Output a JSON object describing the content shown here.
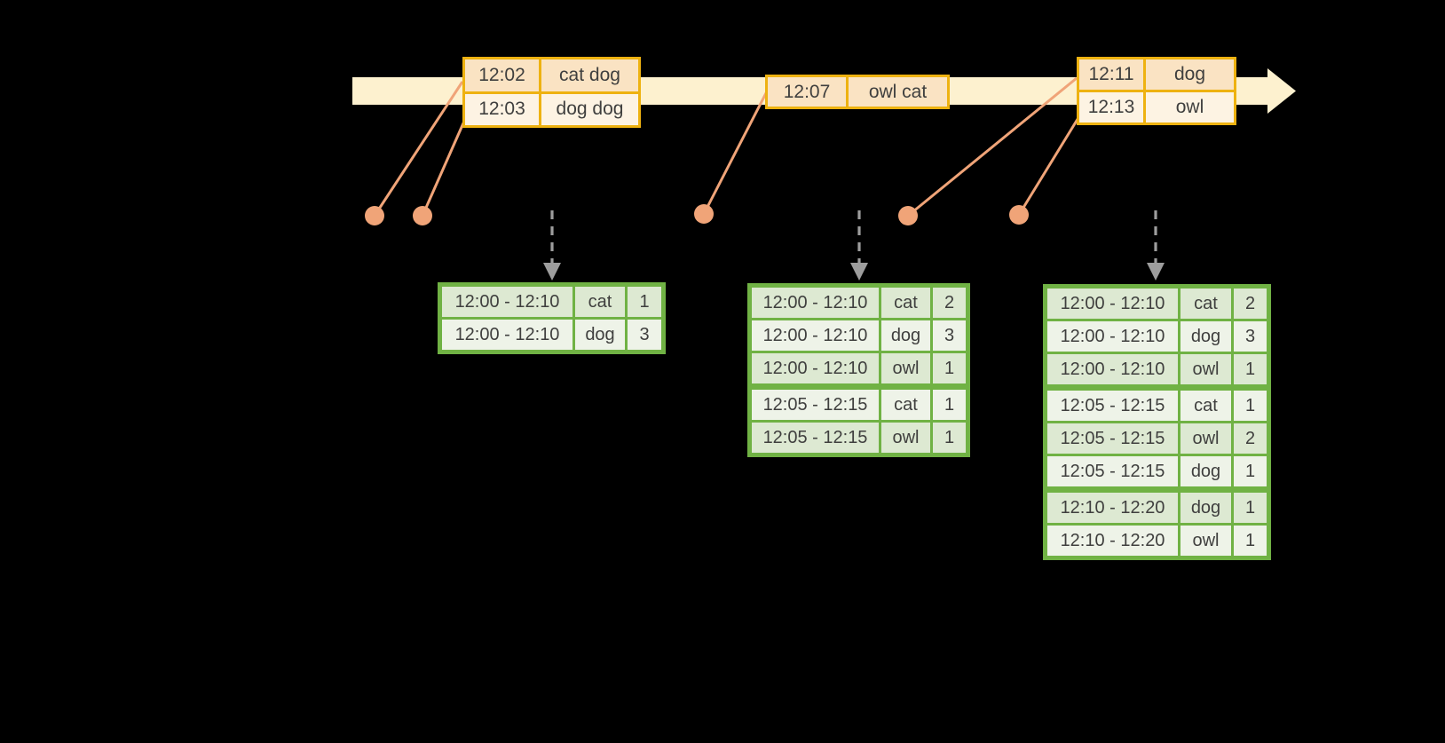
{
  "diagram": {
    "description": "Windowed word-count streaming timeline diagram",
    "colors": {
      "background": "#000000",
      "timeline_band": "#fdf1cf",
      "event_box_border": "#eeb211",
      "event_cell_dark": "#fae3c3",
      "event_cell_light": "#fdf3e3",
      "connector_salmon": "#f0a478",
      "trigger_arrow_gray": "#9d9d9d",
      "table_border_green": "#70b244",
      "table_row_dark": "#dde9d2",
      "table_row_light": "#eef3e8",
      "text": "#3f3f3e"
    },
    "event_boxes": [
      {
        "rows": [
          {
            "time": "12:02",
            "words": "cat dog"
          },
          {
            "time": "12:03",
            "words": "dog dog"
          }
        ]
      },
      {
        "rows": [
          {
            "time": "12:07",
            "words": "owl cat"
          }
        ]
      },
      {
        "rows": [
          {
            "time": "12:11",
            "words": "dog"
          },
          {
            "time": "12:13",
            "words": "owl"
          }
        ]
      }
    ],
    "result_tables": [
      {
        "rows": [
          {
            "window": "12:00 - 12:10",
            "word": "cat",
            "count": "1"
          },
          {
            "window": "12:00 - 12:10",
            "word": "dog",
            "count": "3"
          }
        ]
      },
      {
        "rows": [
          {
            "window": "12:00 - 12:10",
            "word": "cat",
            "count": "2"
          },
          {
            "window": "12:00 - 12:10",
            "word": "dog",
            "count": "3"
          },
          {
            "window": "12:00 - 12:10",
            "word": "owl",
            "count": "1"
          },
          {
            "window": "12:05 - 12:15",
            "word": "cat",
            "count": "1"
          },
          {
            "window": "12:05 - 12:15",
            "word": "owl",
            "count": "1"
          }
        ]
      },
      {
        "rows": [
          {
            "window": "12:00 - 12:10",
            "word": "cat",
            "count": "2"
          },
          {
            "window": "12:00 - 12:10",
            "word": "dog",
            "count": "3"
          },
          {
            "window": "12:00 - 12:10",
            "word": "owl",
            "count": "1"
          },
          {
            "window": "12:05 - 12:15",
            "word": "cat",
            "count": "1"
          },
          {
            "window": "12:05 - 12:15",
            "word": "owl",
            "count": "2"
          },
          {
            "window": "12:05 - 12:15",
            "word": "dog",
            "count": "1"
          },
          {
            "window": "12:10 - 12:20",
            "word": "dog",
            "count": "1"
          },
          {
            "window": "12:10 - 12:20",
            "word": "owl",
            "count": "1"
          }
        ]
      }
    ]
  }
}
